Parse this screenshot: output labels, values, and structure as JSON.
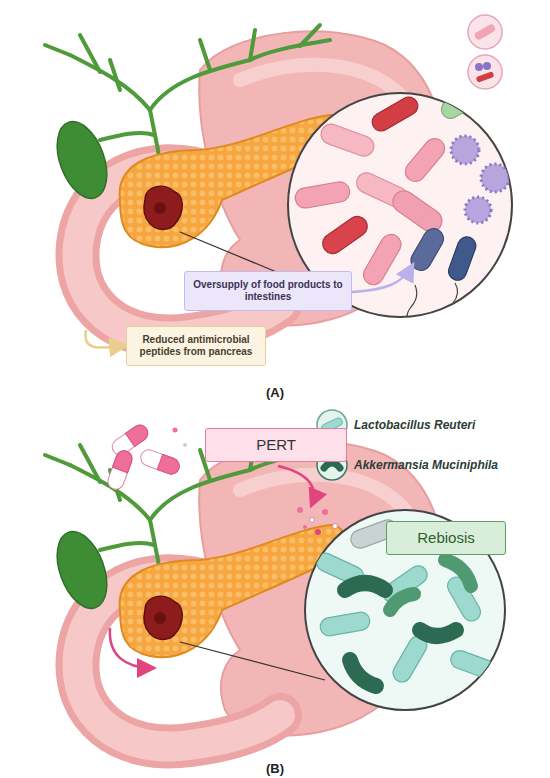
{
  "diagram": {
    "nodes": [
      {
        "text": [
          "Oversupply of food products to intestines"
        ]
      },
      {
        "text": [
          "Reduced antimicrobial peptides from pancreas"
        ]
      },
      {
        "text": [
          "PERT"
        ]
      },
      {
        "text": [
          "Rebiosis"
        ]
      }
    ],
    "labels": [
      "(A)",
      "(B)"
    ],
    "legend": [
      {
        "text": "Lactobacillus Reuteri"
      },
      {
        "text": "Akkermansia Muciniphila"
      }
    ]
  }
}
